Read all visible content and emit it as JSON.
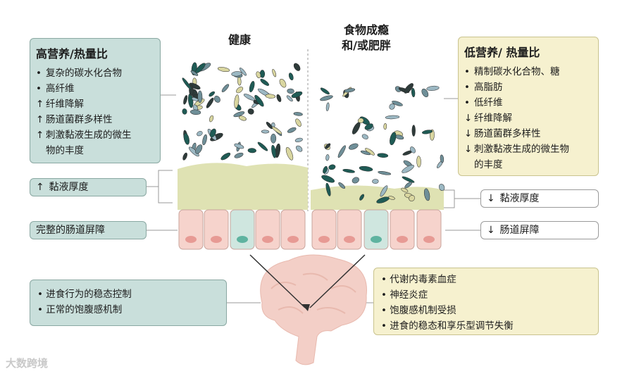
{
  "headings": {
    "healthy": "健康",
    "addiction": "食物成瘾\n和/或肥胖"
  },
  "left_box": {
    "title": "高营养/热量比",
    "items": [
      {
        "arrow": "•",
        "text": "复杂的碳水化合物"
      },
      {
        "arrow": "•",
        "text": "高纤维"
      },
      {
        "arrow": "↑",
        "text": "纤维降解"
      },
      {
        "arrow": "↑",
        "text": "肠道菌群多样性"
      },
      {
        "arrow": "↑",
        "text": "刺激黏液生成的微生"
      },
      {
        "arrow": "",
        "text": "物的丰度"
      }
    ]
  },
  "right_box": {
    "title": "低营养/ 热量比",
    "items": [
      {
        "arrow": "•",
        "text": "精制碳水化合物、糖"
      },
      {
        "arrow": "•",
        "text": "高脂肪"
      },
      {
        "arrow": "•",
        "text": "低纤维"
      },
      {
        "arrow": "↓",
        "text": "纤维降解"
      },
      {
        "arrow": "↓",
        "text": "肠道菌群多样性"
      },
      {
        "arrow": "↓",
        "text": "刺激黏液生成的微生物"
      },
      {
        "arrow": "",
        "text": "的丰度"
      }
    ]
  },
  "left_mucus": {
    "arrow": "↑",
    "text": "黏液厚度"
  },
  "left_barrier": {
    "text": "完整的肠道屏障"
  },
  "right_mucus": {
    "arrow": "↓",
    "text": "黏液厚度"
  },
  "right_barrier": {
    "arrow": "↓",
    "text": "肠道屏障"
  },
  "bottom_left": {
    "items": [
      "• 进食行为的稳态控制",
      "• 正常的饱腹感机制"
    ]
  },
  "bottom_right": {
    "items": [
      "• 代谢内毒素血症",
      "• 神经炎症",
      "• 饱腹感机制受损",
      "• 进食的稳态和享乐型调节失衡"
    ]
  },
  "watermark": "大数跨境",
  "colors": {
    "teal_box": "#c9dfdb",
    "cream_box": "#f6f1cf",
    "mucus": "#dfe2b3",
    "cell_pink": "#f6d3cc",
    "cell_teal": "#cfe6df",
    "brain": "#f3cfc7"
  }
}
